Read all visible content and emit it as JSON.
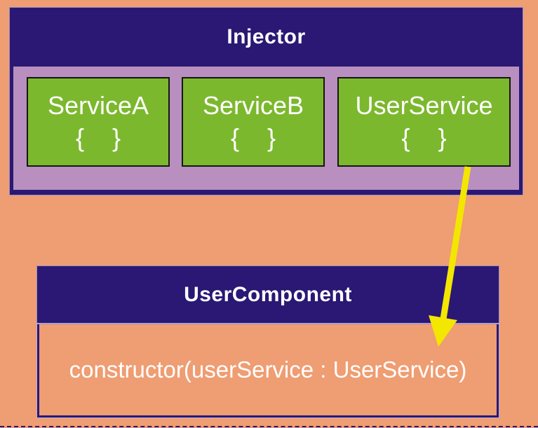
{
  "colors": {
    "background": "#EF9D72",
    "navy": "#2A1874",
    "lavender_panel": "#B88FBE",
    "service_green": "#7CB82E",
    "service_border": "#151515",
    "arrow_yellow": "#F3E600",
    "text": "#FFFFFF"
  },
  "injector": {
    "title": "Injector",
    "services": [
      {
        "name": "ServiceA",
        "braces": "{    }"
      },
      {
        "name": "ServiceB",
        "braces": "{    }"
      },
      {
        "name": "UserService",
        "braces": "{    }"
      }
    ]
  },
  "component": {
    "title": "UserComponent",
    "constructor_text": "constructor(userService : UserService)"
  },
  "arrow": {
    "from": "UserService",
    "to": "UserComponent constructor"
  }
}
